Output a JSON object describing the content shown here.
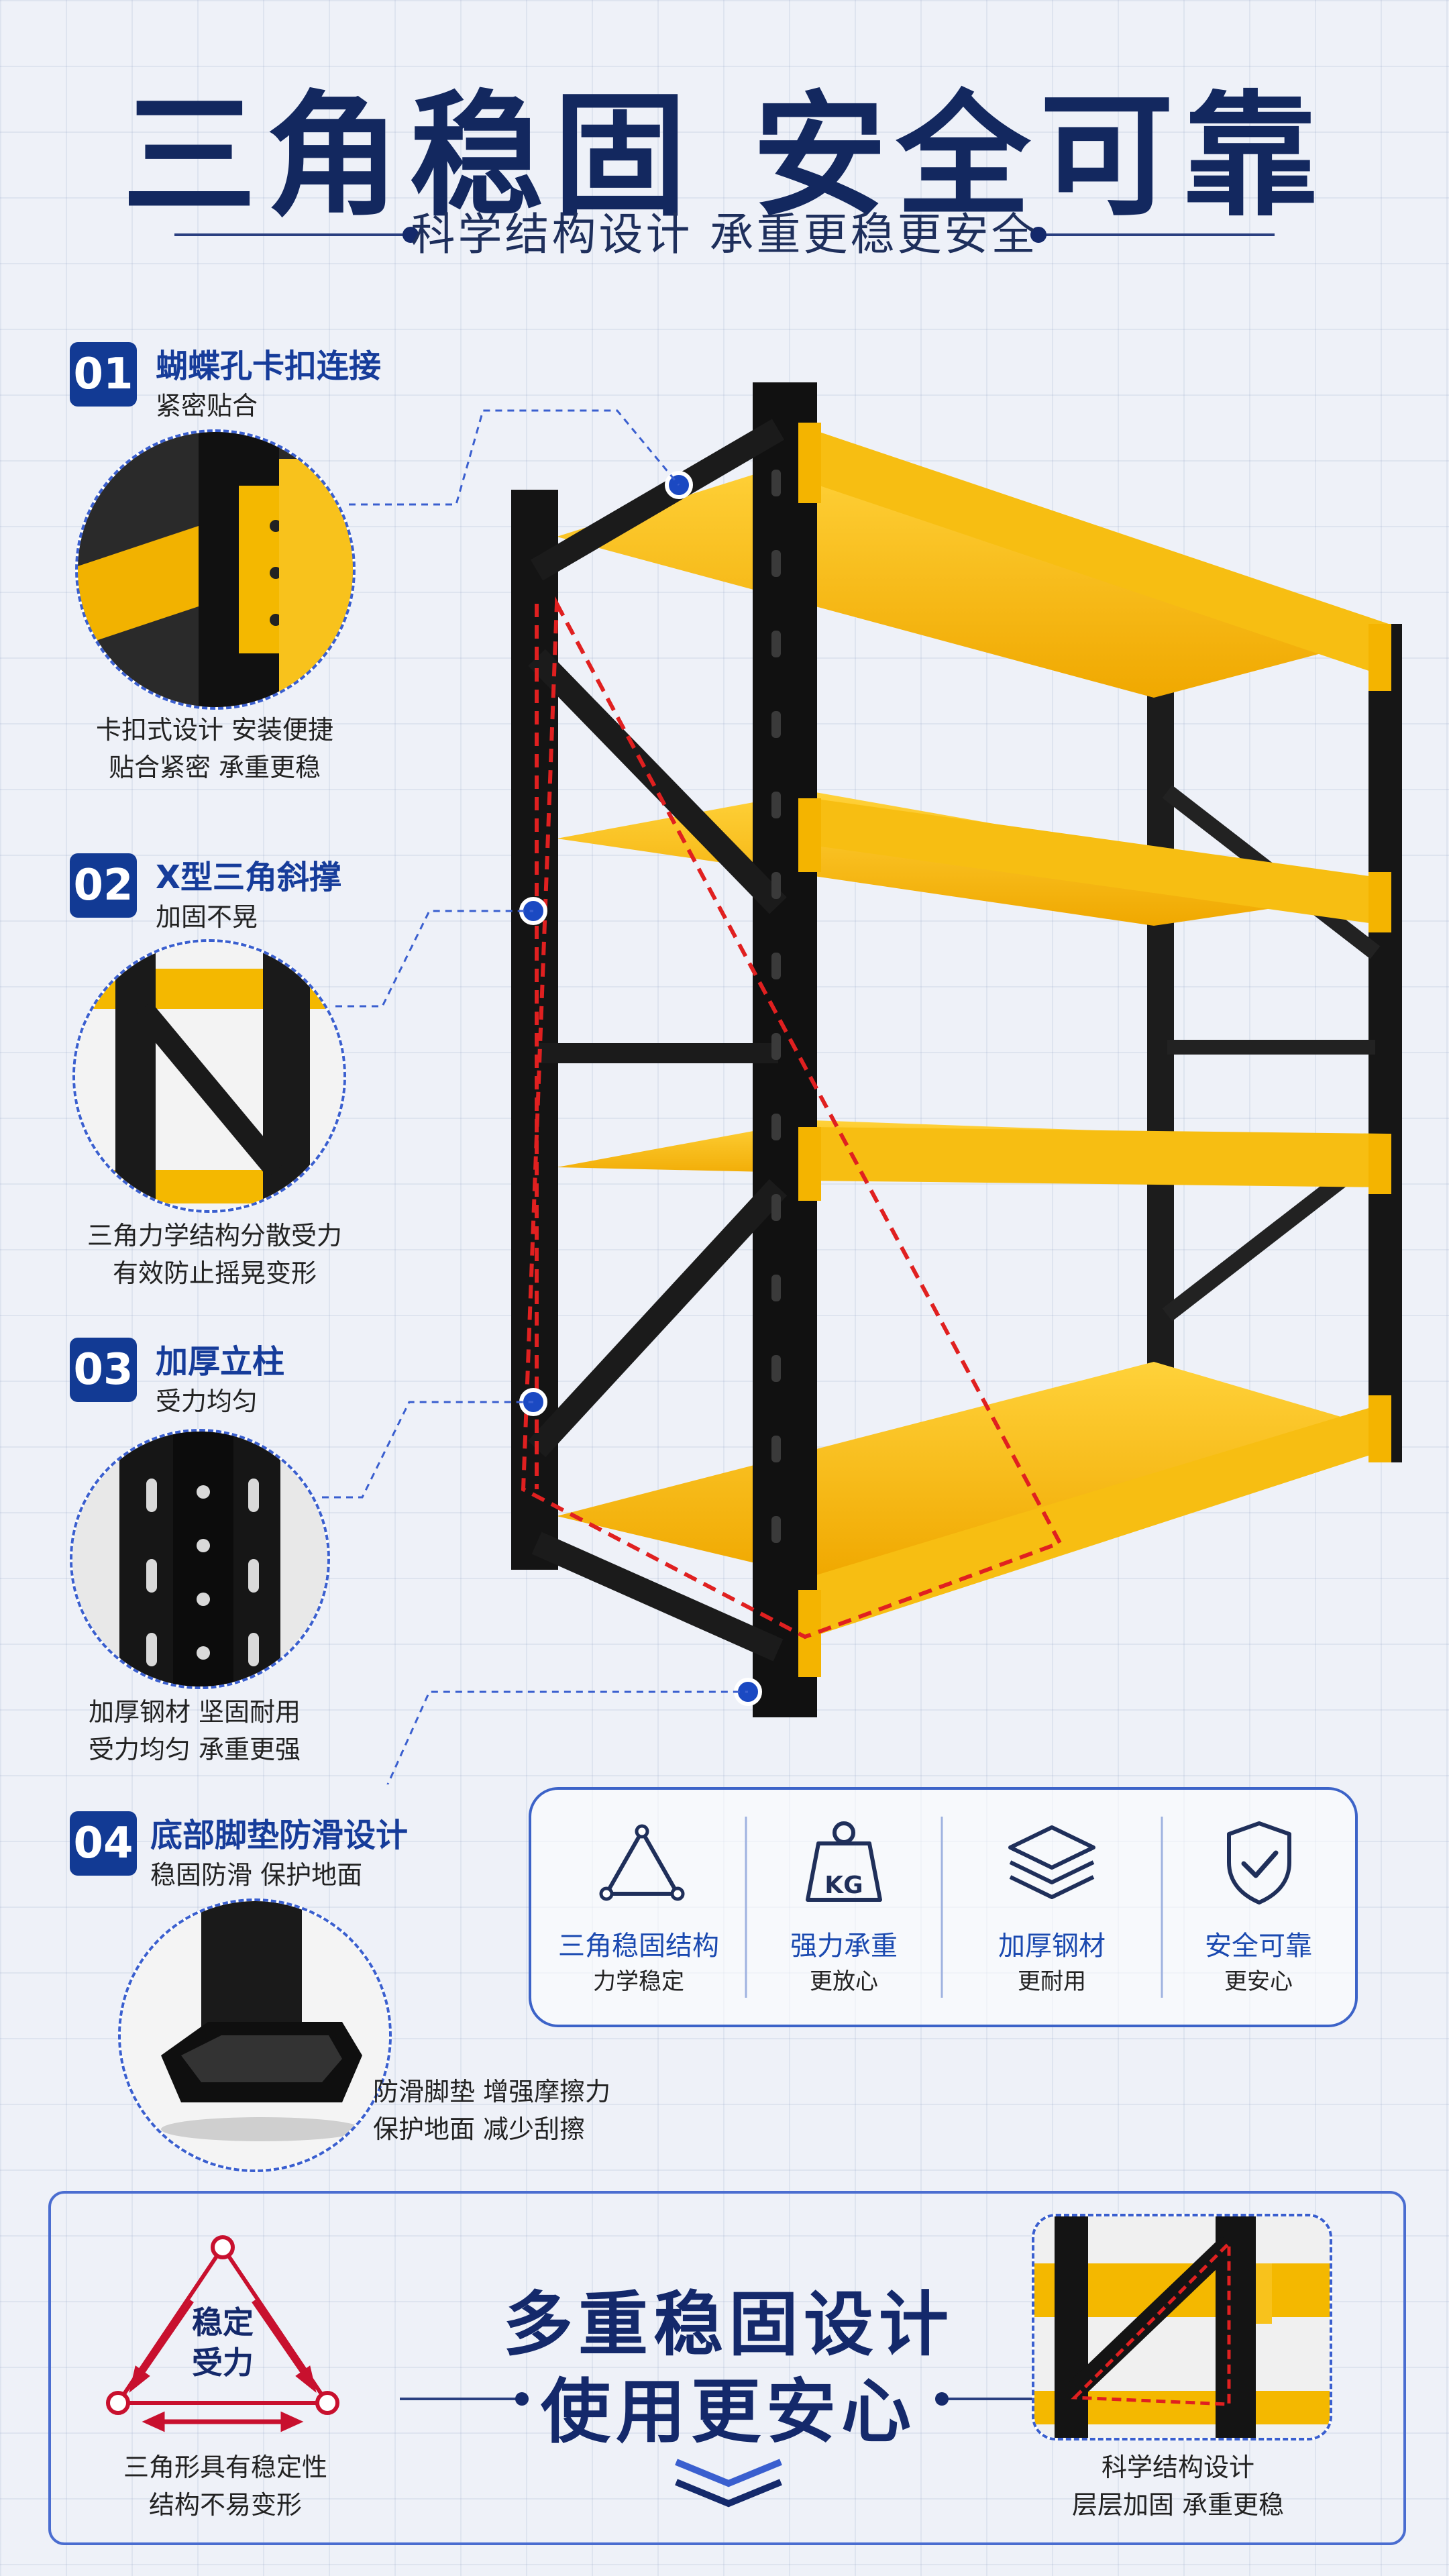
{
  "header": {
    "title": "三角稳固  安全可靠",
    "subtitle": "科学结构设计 承重更稳更安全"
  },
  "features": [
    {
      "num": "01",
      "title": "蝴蝶孔卡扣连接",
      "subtitle": "紧密贴合",
      "desc1": "卡扣式设计 安装便捷",
      "desc2": "贴合紧密 承重更稳"
    },
    {
      "num": "02",
      "title": "X型三角斜撑",
      "subtitle": "加固不晃",
      "desc1": "三角力学结构分散受力",
      "desc2": "有效防止摇晃变形"
    },
    {
      "num": "03",
      "title": "加厚立柱",
      "subtitle": "受力均匀",
      "desc1": "加厚钢材 坚固耐用",
      "desc2": "受力均匀 承重更强"
    },
    {
      "num": "04",
      "title": "底部脚垫防滑设计",
      "subtitle": "稳固防滑 保护地面",
      "desc1": "防滑脚垫 增强摩擦力",
      "desc2": "保护地面 减少刮擦"
    }
  ],
  "badges": [
    {
      "icon": "triangle-icon",
      "label": "三角稳固结构",
      "sub": "力学稳定"
    },
    {
      "icon": "weight-icon",
      "icon_text": "KG",
      "label": "强力承重",
      "sub": "更放心"
    },
    {
      "icon": "layers-icon",
      "label": "加厚钢材",
      "sub": "更耐用"
    },
    {
      "icon": "shield-check-icon",
      "label": "安全可靠",
      "sub": "更安心"
    }
  ],
  "bottom": {
    "triangle_text1": "稳定",
    "triangle_text2": "受力",
    "triangle_desc1": "三角形具有稳定性",
    "triangle_desc2": "结构不易变形",
    "headline1": "多重稳固设计",
    "headline2": "使用更安心",
    "right_desc1": "科学结构设计",
    "right_desc2": "层层加固 承重更稳"
  },
  "colors": {
    "navy": "#14296b",
    "accent_blue": "#123a94",
    "yellow": "#f5b800",
    "frame": "#1a1a1a",
    "red_dash": "#e02020"
  }
}
